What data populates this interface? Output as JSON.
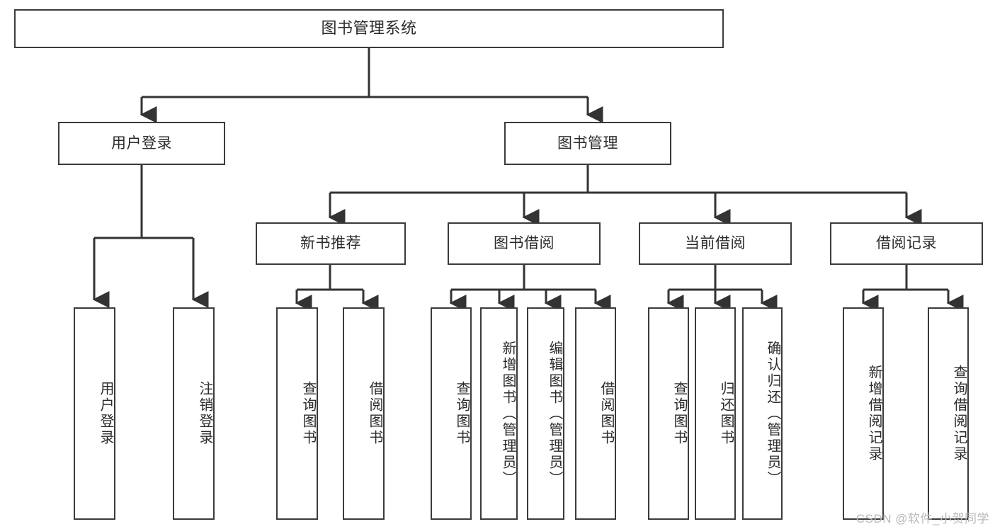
{
  "diagram": {
    "title_label": "图书管理系统",
    "watermark": "CSDN @软件_小贺同学",
    "colors": {
      "box_border": "#3b3b3b",
      "box_fill": "#ffffff",
      "text": "#2b2b2b",
      "connector": "#333333",
      "watermark": "#b9b9b9",
      "background": "#ffffff"
    },
    "level1": [
      {
        "label": "用户登录"
      },
      {
        "label": "图书管理"
      }
    ],
    "level2": [
      {
        "label": "新书推荐"
      },
      {
        "label": "图书借阅"
      },
      {
        "label": "当前借阅"
      },
      {
        "label": "借阅记录"
      }
    ],
    "leaves": {
      "user_login": [
        {
          "label": "用户登录"
        },
        {
          "label": "注销登录"
        }
      ],
      "new_book": [
        {
          "label": "查询图书"
        },
        {
          "label": "借阅图书"
        }
      ],
      "book_borrow": [
        {
          "label": "查询图书"
        },
        {
          "label": "新增图书（管理员）"
        },
        {
          "label": "编辑图书（管理员）"
        },
        {
          "label": "借阅图书"
        }
      ],
      "current_borrow": [
        {
          "label": "查询图书"
        },
        {
          "label": "归还图书"
        },
        {
          "label": "确认归还（管理员）"
        }
      ],
      "borrow_record": [
        {
          "label": "新增借阅记录"
        },
        {
          "label": "查询借阅记录"
        }
      ]
    }
  }
}
